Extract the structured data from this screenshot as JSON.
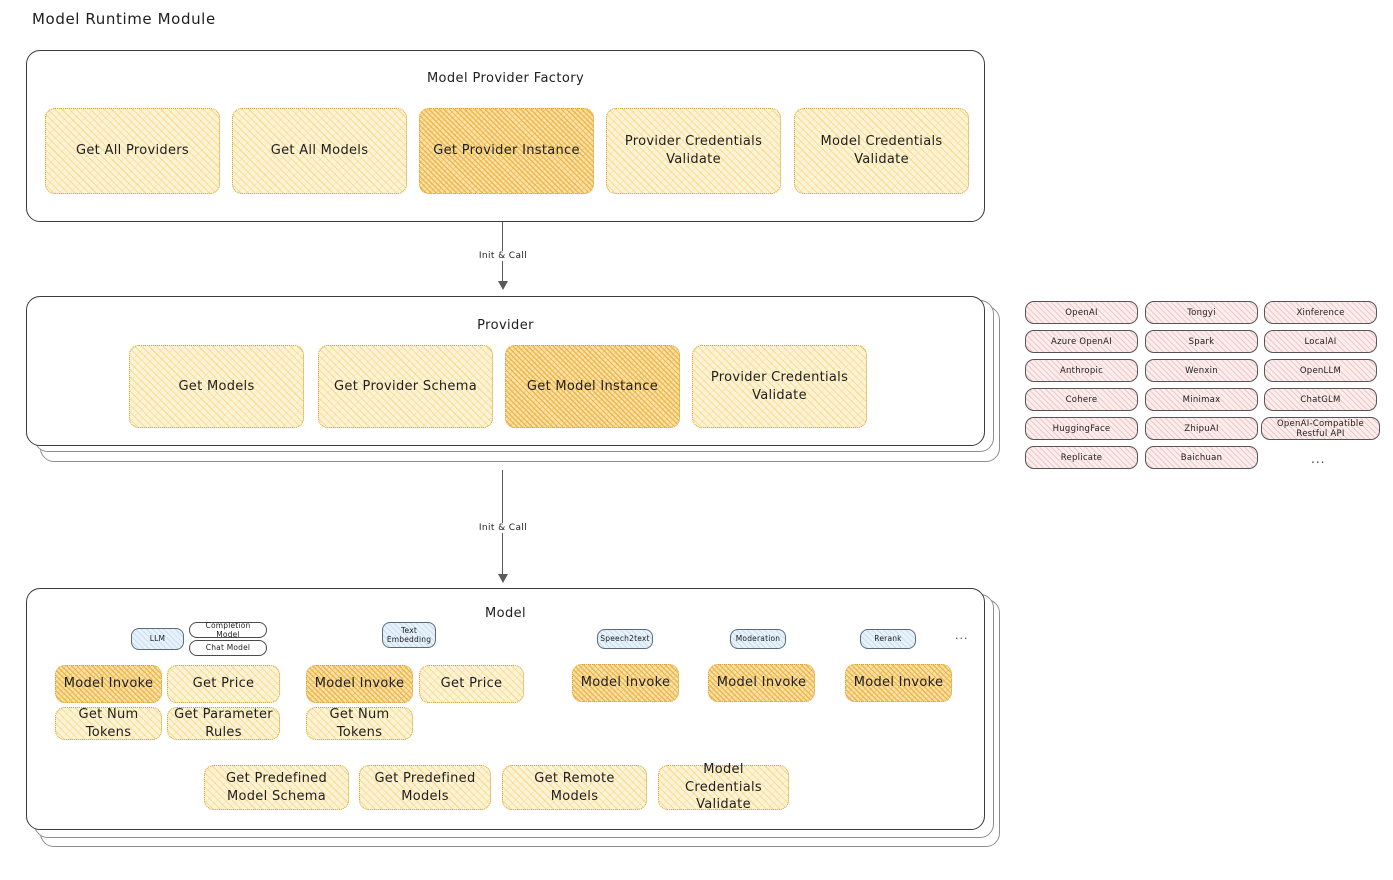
{
  "page": {
    "title": "Model Runtime Module"
  },
  "colors": {
    "node_fill": "#fdf3d7",
    "node_highlight_fill": "#fae3b0",
    "node_border": "#c9a227",
    "provider_chip_fill": "#fdeeee",
    "badge_fill": "#e8f2fb",
    "group_border": "#3b3b3b",
    "arrow": "#5a5a5a"
  },
  "factory": {
    "title": "Model Provider Factory",
    "nodes": [
      {
        "label": "Get All Providers",
        "highlight": false
      },
      {
        "label": "Get All Models",
        "highlight": false
      },
      {
        "label": "Get Provider Instance",
        "highlight": true
      },
      {
        "label": "Provider Credentials Validate",
        "highlight": false
      },
      {
        "label": "Model Credentials Validate",
        "highlight": false
      }
    ]
  },
  "arrows": [
    {
      "label": "Init & Call",
      "from": "Model Provider Factory",
      "to": "Provider"
    },
    {
      "label": "Init & Call",
      "from": "Provider",
      "to": "Model"
    }
  ],
  "provider": {
    "title": "Provider",
    "nodes": [
      {
        "label": "Get Models",
        "highlight": false
      },
      {
        "label": "Get Provider Schema",
        "highlight": false
      },
      {
        "label": "Get Model Instance",
        "highlight": true
      },
      {
        "label": "Provider Credentials Validate",
        "highlight": false
      }
    ]
  },
  "provider_list": {
    "ellipsis": "...",
    "columns": [
      {
        "items": [
          "OpenAI",
          "Azure OpenAI",
          "Anthropic",
          "Cohere",
          "HuggingFace",
          "Replicate"
        ]
      },
      {
        "items": [
          "Tongyi",
          "Spark",
          "Wenxin",
          "Minimax",
          "ZhipuAI",
          "Baichuan"
        ]
      },
      {
        "items": [
          "Xinference",
          "LocalAI",
          "OpenLLM",
          "ChatGLM",
          "OpenAI-Compatible Restful API"
        ]
      }
    ]
  },
  "model": {
    "title": "Model",
    "ellipsis": "...",
    "types": [
      {
        "badge": "LLM",
        "sub_badges": [
          "Completion Model",
          "Chat Model"
        ],
        "nodes": [
          {
            "label": "Model Invoke",
            "highlight": true
          },
          {
            "label": "Get Price",
            "highlight": false
          },
          {
            "label": "Get Num Tokens",
            "highlight": false
          },
          {
            "label": "Get Parameter Rules",
            "highlight": false
          }
        ]
      },
      {
        "badge": "Text Embedding",
        "sub_badges": [],
        "nodes": [
          {
            "label": "Model Invoke",
            "highlight": true
          },
          {
            "label": "Get Price",
            "highlight": false
          },
          {
            "label": "Get Num Tokens",
            "highlight": false
          }
        ]
      },
      {
        "badge": "Speech2text",
        "sub_badges": [],
        "nodes": [
          {
            "label": "Model Invoke",
            "highlight": true
          }
        ]
      },
      {
        "badge": "Moderation",
        "sub_badges": [],
        "nodes": [
          {
            "label": "Model Invoke",
            "highlight": true
          }
        ]
      },
      {
        "badge": "Rerank",
        "sub_badges": [],
        "nodes": [
          {
            "label": "Model Invoke",
            "highlight": true
          }
        ]
      }
    ],
    "common_nodes": [
      {
        "label": "Get Predefined Model Schema"
      },
      {
        "label": "Get Predefined Models"
      },
      {
        "label": "Get Remote Models"
      },
      {
        "label": "Model Credentials Validate"
      }
    ]
  }
}
